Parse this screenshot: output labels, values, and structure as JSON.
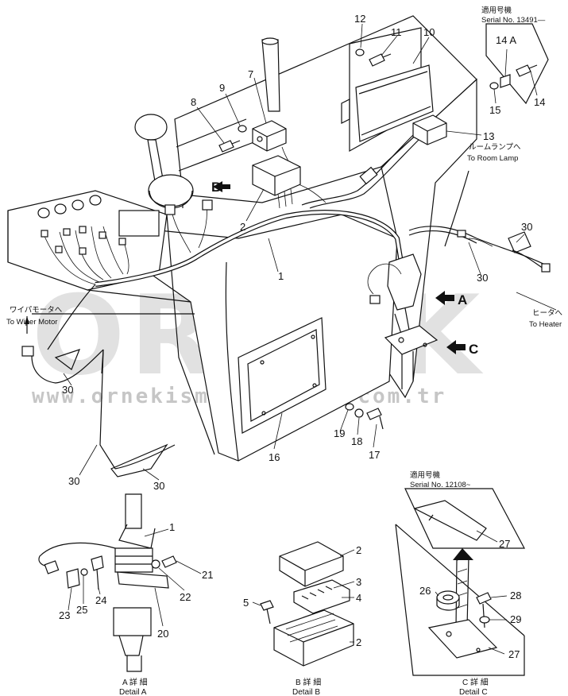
{
  "watermark": {
    "logo_text": "ORNEK",
    "url_text": "www.ornekismakinalari.com.tr"
  },
  "serial_notes": {
    "top_right_jp": "適用号機",
    "top_right": "Serial No. 13491—",
    "detail_c_jp": "適用号機",
    "detail_c": "Serial No. 12108~"
  },
  "connections": {
    "room_lamp_jp": "ルームランプへ",
    "room_lamp": "To Room Lamp",
    "heater_jp": "ヒータへ",
    "heater": "To Heater",
    "wiper_jp": "ワイパモータへ",
    "wiper": "To Wiper Motor"
  },
  "view_markers": {
    "a": "A",
    "b": "B",
    "c": "C"
  },
  "callouts": {
    "n1": "1",
    "n2": "2",
    "n7": "7",
    "n8": "8",
    "n9": "9",
    "n10": "10",
    "n11": "11",
    "n12": "12",
    "n13": "13",
    "n14": "14",
    "n14a": "14 A",
    "n15": "15",
    "n16": "16",
    "n17": "17",
    "n18": "18",
    "n19": "19",
    "n30a": "30",
    "n30b": "30",
    "n30c": "30",
    "n30d": "30",
    "n30e": "30",
    "a1": "1",
    "a20": "20",
    "a21": "21",
    "a22": "22",
    "a23": "23",
    "a24": "24",
    "a25": "25",
    "b2a": "2",
    "b2b": "2",
    "b3": "3",
    "b4": "4",
    "b5": "5",
    "c26": "26",
    "c27a": "27",
    "c27b": "27",
    "c28": "28",
    "c29": "29"
  },
  "details": {
    "a_jp": "A 詳 細",
    "a": "Detail A",
    "b_jp": "B 詳 細",
    "b": "Detail B",
    "c_jp": "C 詳 細",
    "c": "Detail C"
  }
}
